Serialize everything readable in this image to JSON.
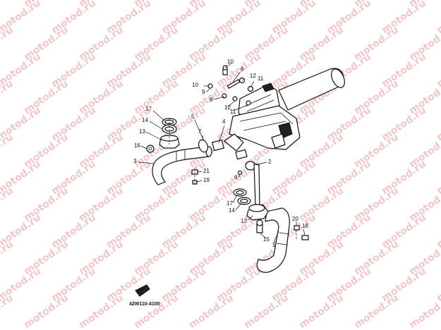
{
  "watermark": {
    "text": "motod.ru"
  },
  "diagram_code": "42W110-4100",
  "callouts": {
    "c1": "1",
    "c2": "2",
    "c3": "3",
    "c4": "4",
    "c5": "5",
    "c6": "6",
    "c7": "7",
    "c8": "8",
    "c9a": "9",
    "c9b": "9",
    "c10a": "10",
    "c10b": "10",
    "c11a": "11",
    "c11b": "11",
    "c12a": "12",
    "c12b": "12",
    "c13a": "13",
    "c13b": "13",
    "c14a": "14",
    "c14b": "14",
    "c15": "15",
    "c16": "16",
    "c17a": "17",
    "c17b": "17",
    "c18": "18",
    "c19": "19",
    "c20": "20",
    "c21": "21"
  },
  "colors": {
    "watermark": "#f2c7c7",
    "ink": "#111111",
    "background": "#ffffff"
  }
}
